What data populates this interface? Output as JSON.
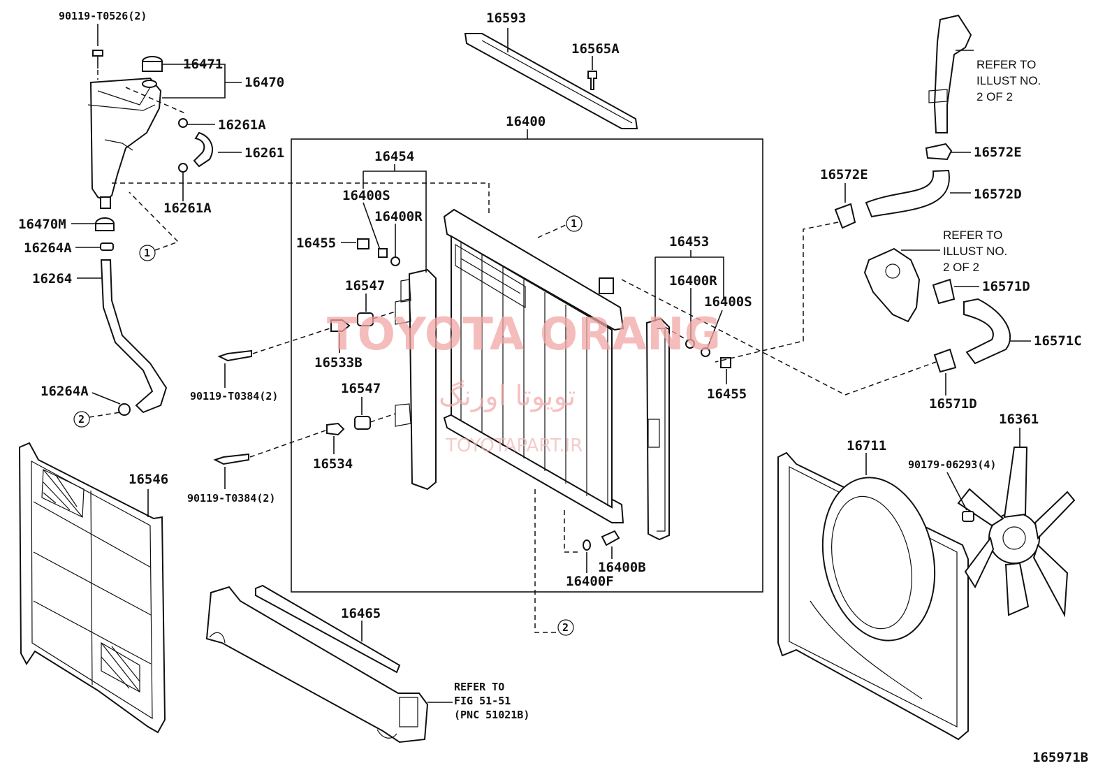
{
  "labels": {
    "p90119_T0526": "90119-T0526(2)",
    "p16471": "16471",
    "p16470": "16470",
    "p16261A_top": "16261A",
    "p16261": "16261",
    "p16261A_bot": "16261A",
    "p16470M": "16470M",
    "p16264A_top": "16264A",
    "p16264": "16264",
    "p16264A_bot": "16264A",
    "p16546": "16546",
    "p16593": "16593",
    "p16565A": "16565A",
    "p16400": "16400",
    "p16454": "16454",
    "p16400S_left": "16400S",
    "p16400R_left": "16400R",
    "p16455_left": "16455",
    "p16547_top": "16547",
    "p16533B": "16533B",
    "p90119_T0384_a": "90119-T0384(2)",
    "p16547_bot": "16547",
    "p16534": "16534",
    "p90119_T0384_b": "90119-T0384(2)",
    "p16453": "16453",
    "p16400R_right": "16400R",
    "p16400S_right": "16400S",
    "p16455_right": "16455",
    "p16400B": "16400B",
    "p16400F": "16400F",
    "p16465": "16465",
    "p16572E_top": "16572E",
    "p16572E_left": "16572E",
    "p16572D": "16572D",
    "p16571D_top": "16571D",
    "p16571C": "16571C",
    "p16571D_bot": "16571D",
    "p16711": "16711",
    "p16361": "16361",
    "p90179_06293": "90179-06293(4)",
    "diagram_id": "165971B"
  },
  "refs": {
    "illust_top": [
      "REFER TO",
      "ILLUST NO.",
      "2 OF 2"
    ],
    "illust_mid": [
      "REFER TO",
      "ILLUST NO.",
      "2 OF 2"
    ],
    "fig": [
      "REFER TO",
      "FIG 51-51",
      "(PNC 51021B)"
    ]
  },
  "callouts": {
    "c1_left": "1",
    "c1_right": "1",
    "c2_left": "2",
    "c2_bottom": "2"
  },
  "watermark": {
    "brand": "TOYOTA ORANG",
    "persian": "تویوتا اورنگ",
    "url": "TOYOTAPART.IR"
  }
}
